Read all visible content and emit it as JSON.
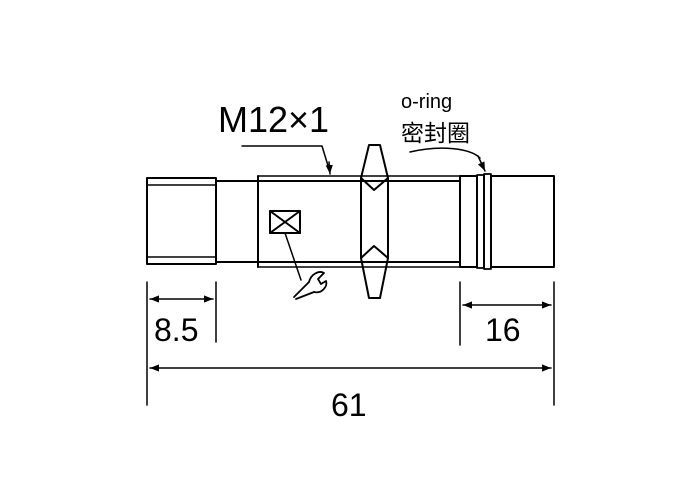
{
  "labels": {
    "thread": "M12×1",
    "oring_en": "o-ring",
    "oring_cn": "密封圈",
    "dim_left": "8.5",
    "dim_right": "16",
    "dim_total": "61"
  },
  "icons": [
    "wrench-icon",
    "led-indicator-icon",
    "hex-nut-icon"
  ],
  "colors": {
    "line": "#000000",
    "background": "#ffffff"
  }
}
